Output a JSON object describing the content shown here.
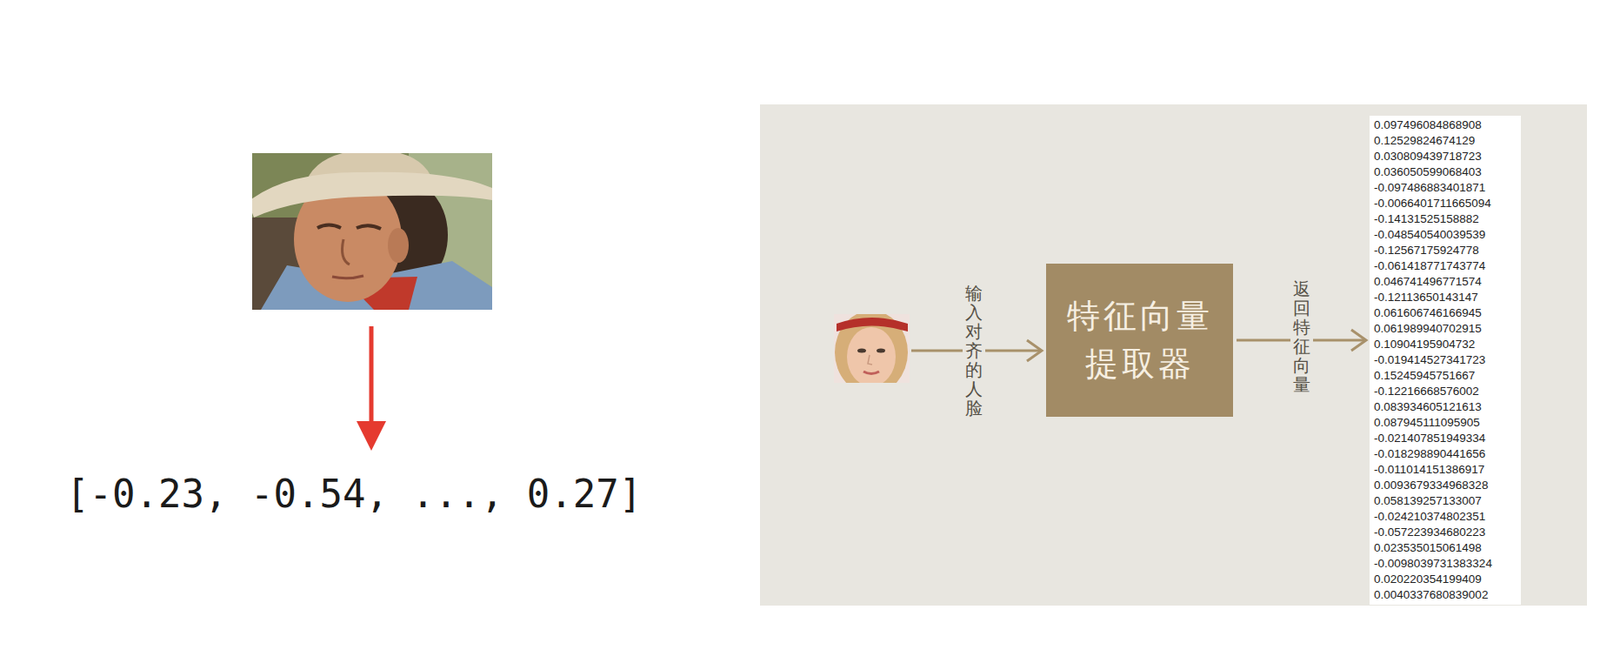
{
  "diagram": {
    "nodes": [
      {
        "text": [
          "特征向量 提取器"
        ]
      },
      {
        "text": [
          "0.097496084868908",
          "0.12529824674129",
          "0.030809439718723",
          "0.036050599068403",
          "-0.097486883401871",
          "-0.0066401711665094",
          "-0.14131525158882",
          "-0.048540540039539",
          "-0.12567175924778",
          "-0.061418771743774",
          "0.046741496771574",
          "-0.12113650143147",
          "0.061606746166945",
          "0.061989940702915",
          "0.10904195904732",
          "-0.019414527341723",
          "0.15245945751667",
          "-0.12216668576002",
          "0.083934605121613",
          "0.087945111095905",
          "-0.021407851949334",
          "-0.018298890441656",
          "-0.011014151386917",
          "0.0093679334968328",
          "0.058139257133007",
          "-0.024210374802351",
          "-0.057223934680223",
          "0.023535015061498",
          "-0.0098039731383324",
          "0.020220354199409",
          "0.0040337680839002"
        ]
      }
    ],
    "edges": [
      {
        "from": 0,
        "to": 1,
        "arrow": "to",
        "label": "返回特征向量"
      }
    ],
    "labels": [
      "[-0.23, -0.54, ..., 0.27]",
      "输入对齐的人脸"
    ]
  }
}
